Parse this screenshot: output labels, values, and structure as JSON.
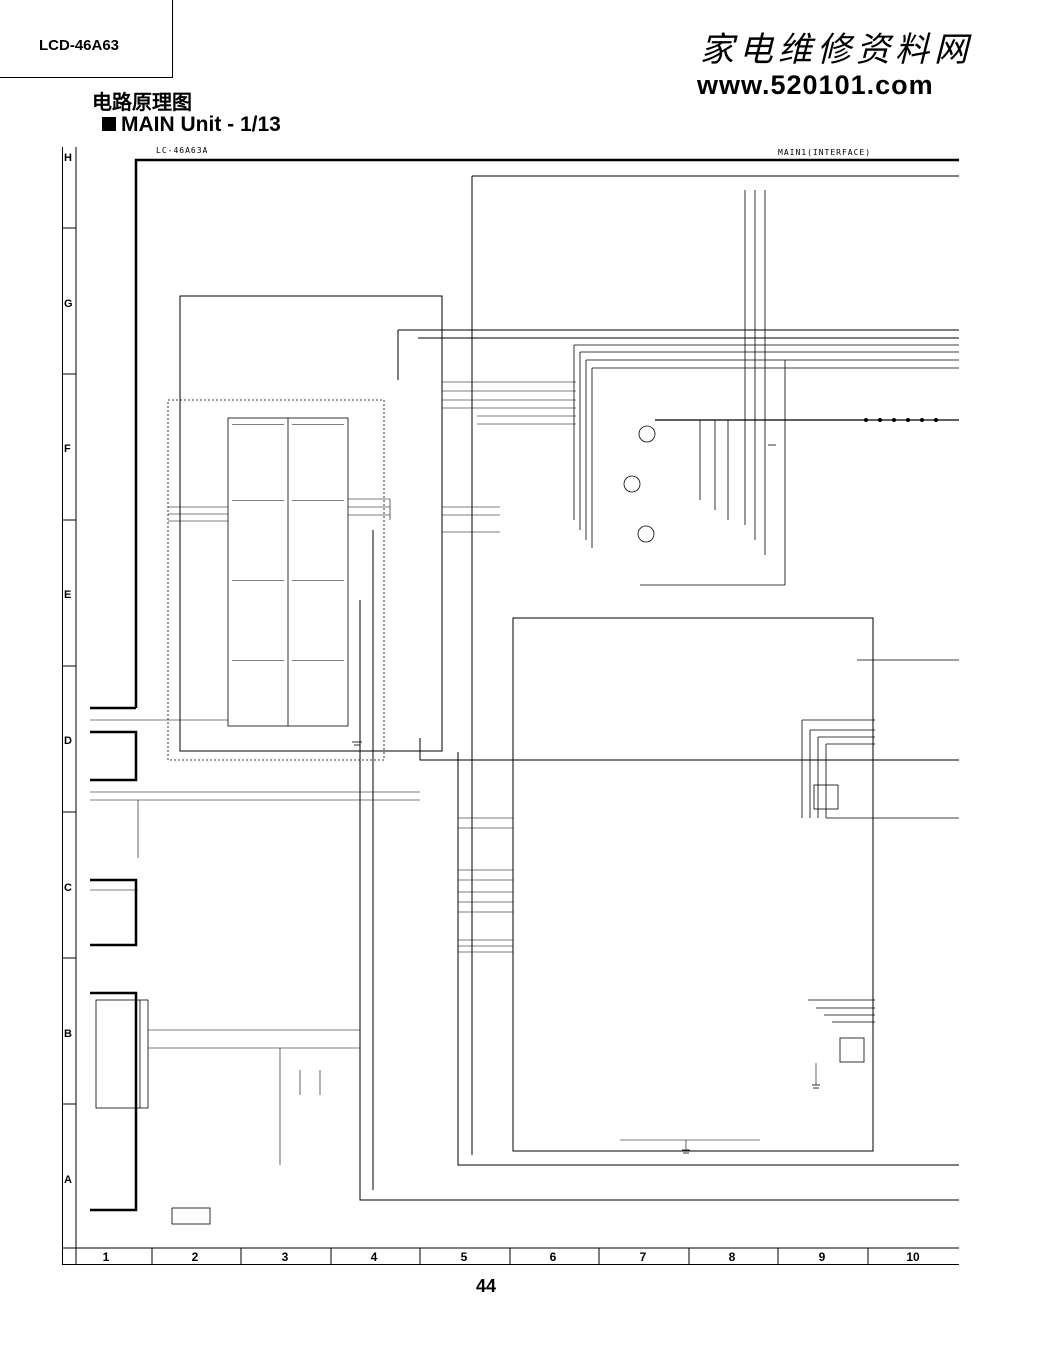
{
  "header": {
    "model": "LCD-46A63",
    "watermark_cn": "家电维修资料网",
    "watermark_url": "www.520101.com"
  },
  "title": {
    "chinese": "电路原理图",
    "unit": "MAIN Unit - 1/13"
  },
  "schematic": {
    "model_label": "LC-46A63A",
    "sheet_label": "MAIN1(INTERFACE)"
  },
  "grid": {
    "rows": [
      "H",
      "G",
      "F",
      "E",
      "D",
      "C",
      "B",
      "A"
    ],
    "columns": [
      "1",
      "2",
      "3",
      "4",
      "5",
      "6",
      "7",
      "8",
      "9",
      "10"
    ]
  },
  "footer": {
    "page_number": "44"
  }
}
